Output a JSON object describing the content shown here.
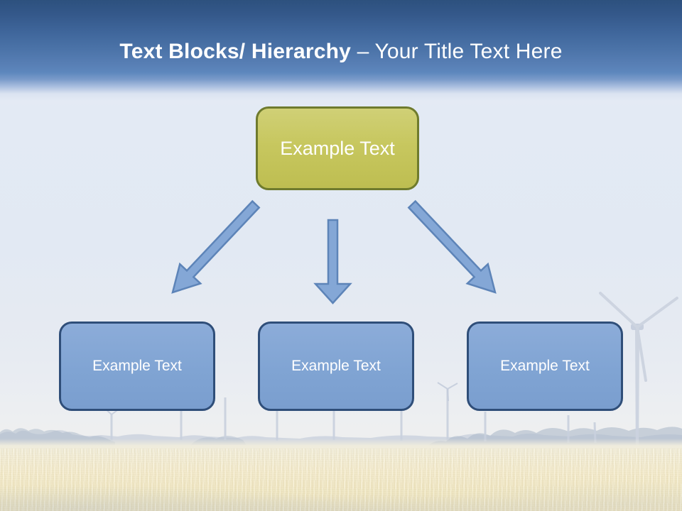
{
  "header": {
    "title_bold": "Text Blocks/ Hierarchy",
    "title_regular": " – Your Title Text Here"
  },
  "diagram": {
    "root": {
      "label": "Example Text"
    },
    "children": [
      {
        "label": "Example Text"
      },
      {
        "label": "Example Text"
      },
      {
        "label": "Example Text"
      }
    ],
    "arrows": [
      "down-left",
      "down",
      "down-right"
    ]
  },
  "colors": {
    "header_gradient_top": "#2d517e",
    "header_gradient_bottom": "#5d87bd",
    "root_box_fill": "#c7c75f",
    "root_box_border": "#6f7b2d",
    "child_box_fill": "#80a4d3",
    "child_box_border": "#2f4e79",
    "arrow_fill": "#84a7d6",
    "arrow_border": "#5d84b8",
    "box_text": "#ffffff",
    "title_text": "#ffffff"
  },
  "background": {
    "scene": "hazy wheat field with wind turbines and distant tree line"
  }
}
